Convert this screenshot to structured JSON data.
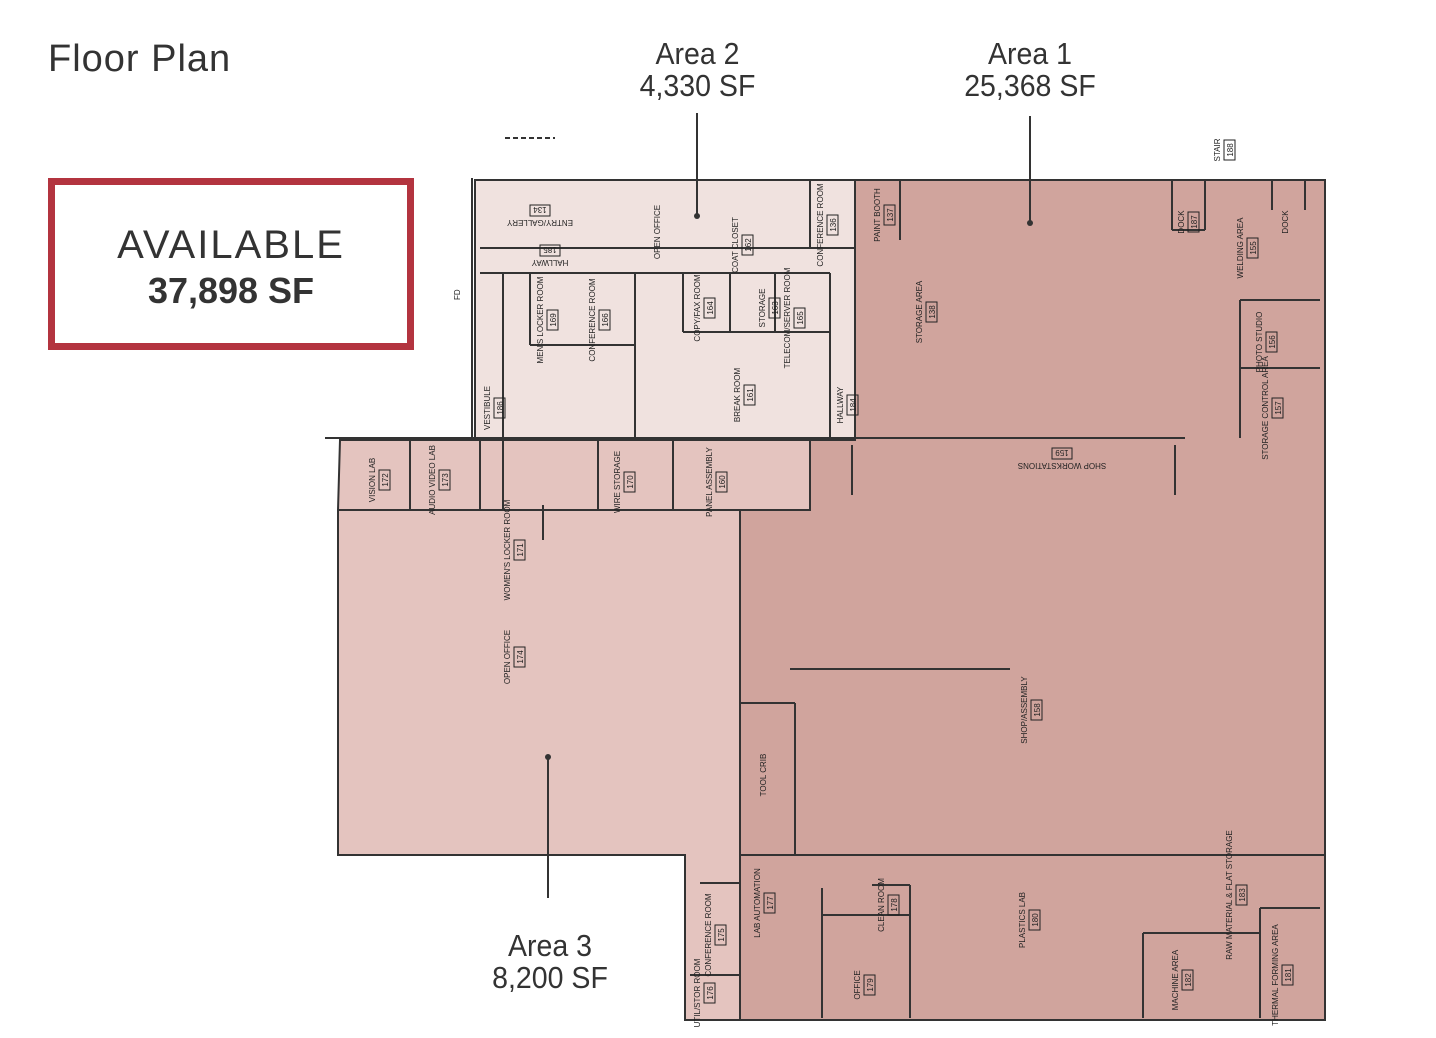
{
  "title": "Floor Plan",
  "available": {
    "label": "AVAILABLE",
    "value": "37,898 SF"
  },
  "areas": [
    {
      "name": "Area 1",
      "size": "25,368 SF",
      "color": "#d0a49d"
    },
    {
      "name": "Area 2",
      "size": "4,330 SF",
      "color": "#f0e2df"
    },
    {
      "name": "Area 3",
      "size": "8,200 SF",
      "color": "#e4c4bf"
    }
  ],
  "accent_color": "#b3343f",
  "rooms": [
    {
      "name": "ENTRY/GALLERY",
      "num": "134"
    },
    {
      "name": "OPEN OFFICE",
      "num": ""
    },
    {
      "name": "CONFERENCE ROOM",
      "num": "136"
    },
    {
      "name": "PAINT BOOTH",
      "num": "137"
    },
    {
      "name": "HALLWAY",
      "num": "185"
    },
    {
      "name": "COAT CLOSET",
      "num": "162"
    },
    {
      "name": "MEN'S LOCKER ROOM",
      "num": "169"
    },
    {
      "name": "CONFERENCE ROOM",
      "num": "166"
    },
    {
      "name": "COPY/FAX ROOM",
      "num": "164"
    },
    {
      "name": "STORAGE",
      "num": "163"
    },
    {
      "name": "TELECOM/SERVER ROOM",
      "num": "165"
    },
    {
      "name": "BREAK ROOM",
      "num": "161"
    },
    {
      "name": "HALLWAY",
      "num": "184"
    },
    {
      "name": "VESTIBULE",
      "num": "186"
    },
    {
      "name": "STORAGE AREA",
      "num": "138"
    },
    {
      "name": "DOCK",
      "num": "187"
    },
    {
      "name": "STAIR",
      "num": "188"
    },
    {
      "name": "WELDING AREA",
      "num": "155"
    },
    {
      "name": "DOCK",
      "num": ""
    },
    {
      "name": "PHOTO STUDIO",
      "num": "156"
    },
    {
      "name": "STORAGE CONTROL AREA",
      "num": "157"
    },
    {
      "name": "SHOP WORKSTATIONS",
      "num": "159"
    },
    {
      "name": "VISION LAB",
      "num": "172"
    },
    {
      "name": "AUDIO VIDEO LAB",
      "num": "173"
    },
    {
      "name": "WIRE STORAGE",
      "num": "170"
    },
    {
      "name": "PANEL ASSEMBLY",
      "num": "160"
    },
    {
      "name": "WOMEN'S LOCKER ROOM",
      "num": "171"
    },
    {
      "name": "OPEN OFFICE",
      "num": "174"
    },
    {
      "name": "SHOP/ASSEMBLY",
      "num": "158"
    },
    {
      "name": "TOOL CRIB",
      "num": ""
    },
    {
      "name": "CONFERENCE ROOM",
      "num": "175"
    },
    {
      "name": "UTIL/STOR ROOM",
      "num": "176"
    },
    {
      "name": "LAB AUTOMATION",
      "num": "177"
    },
    {
      "name": "CLEAN ROOM",
      "num": "178"
    },
    {
      "name": "OFFICE",
      "num": "179"
    },
    {
      "name": "PLASTICS LAB",
      "num": "180"
    },
    {
      "name": "MACHINE AREA",
      "num": "182"
    },
    {
      "name": "RAW MATERIAL & FLAT STORAGE",
      "num": "183"
    },
    {
      "name": "THERMAL FORMING AREA",
      "num": "181"
    }
  ],
  "fd_label": "FD"
}
